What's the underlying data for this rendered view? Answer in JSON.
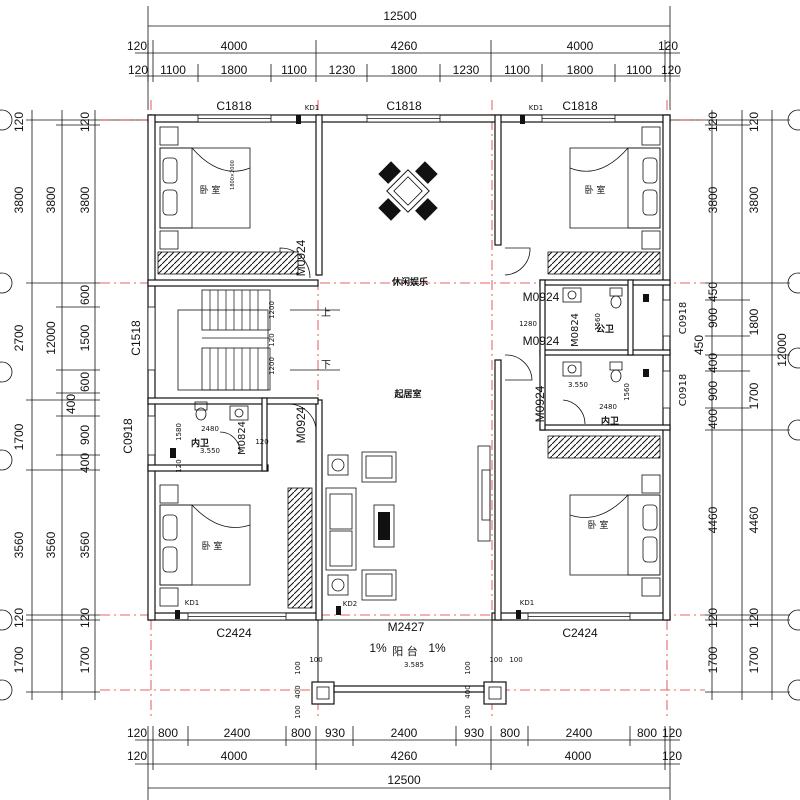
{
  "dims": {
    "overall": "12500",
    "top_row1": [
      "120",
      "4000",
      "4260",
      "4000",
      "120"
    ],
    "top_row2": [
      "120",
      "1100",
      "1800",
      "1100",
      "1230",
      "1800",
      "1230",
      "1100",
      "1800",
      "1100",
      "120"
    ],
    "bottom_row1": [
      "120",
      "800",
      "2400",
      "800",
      "930",
      "2400",
      "930",
      "800",
      "2400",
      "800",
      "120"
    ],
    "bottom_row2": [
      "120",
      "4000",
      "4260",
      "4000",
      "120"
    ],
    "left_outer": [
      "120",
      "3800",
      "600",
      "1500",
      "600",
      "400",
      "900",
      "400",
      "3560",
      "120",
      "1700"
    ],
    "left_mid": [
      "120",
      "3800",
      "2700",
      "1700",
      "3560",
      "120",
      "1700"
    ],
    "left_total": "12000",
    "right_outer": [
      "120",
      "3800",
      "450",
      "900",
      "450",
      "400",
      "900",
      "400",
      "4460",
      "120",
      "1700"
    ],
    "right_mid": [
      "120",
      "3800",
      "1800",
      "1700",
      "4460",
      "120",
      "1700"
    ],
    "right_total": "12000"
  },
  "labels": {
    "win_c1818_a": "C1818",
    "win_c1818_b": "C1818",
    "win_c1818_c": "C1818",
    "win_c2424_a": "C2424",
    "win_c2424_b": "C2424",
    "win_c1518": "C1518",
    "win_c0918_l": "C0918",
    "win_c0918_r1": "C0918",
    "win_c0918_r2": "C0918",
    "door_m0924_1": "M0924",
    "door_m0924_2": "M0924",
    "door_m0924_3": "M0924",
    "door_m0924_4": "M0924",
    "door_m0924_5": "M0924",
    "door_m0824_1": "M0824",
    "door_m0824_2": "M0824",
    "door_m2427": "M2427",
    "kd1_a": "KD1",
    "kd1_b": "KD1",
    "kd1_c": "KD1",
    "kd1_d": "KD1",
    "kd2": "KD2",
    "room_bed_tl": "卧 室",
    "room_bed_tr": "卧 室",
    "room_bed_bl": "卧 室",
    "room_bed_br": "卧 室",
    "room_leisure": "休闲娱乐",
    "room_living": "起居室",
    "room_bath_l": "内卫",
    "room_bath_r": "内卫",
    "room_bath_pub": "公卫",
    "room_balcony": "阳 台",
    "stair_up": "上",
    "stair_down": "下",
    "slope_l": "1%",
    "slope_r": "1%",
    "elev_1": "3.550",
    "elev_2": "3.550",
    "elev_3": "3.585",
    "bath_l_w": "2480",
    "bath_r_w": "2480",
    "pub_w": "1280",
    "pub_h": "1560",
    "bath_r_h": "1560",
    "bath_l_h": "1580",
    "step_1200a": "1200",
    "step_1200b": "1200",
    "step_120a": "120",
    "step_120b": "120",
    "step_120c": "120",
    "bal_100a": "100",
    "bal_400a": "400",
    "bal_100b": "100",
    "bal_100c": "100",
    "bal_400b": "400",
    "bal_100d": "100",
    "bal_top_100": "100",
    "bal_top_100b": "100",
    "bal_top_100c": "100",
    "bed_size": "1800×2000"
  }
}
